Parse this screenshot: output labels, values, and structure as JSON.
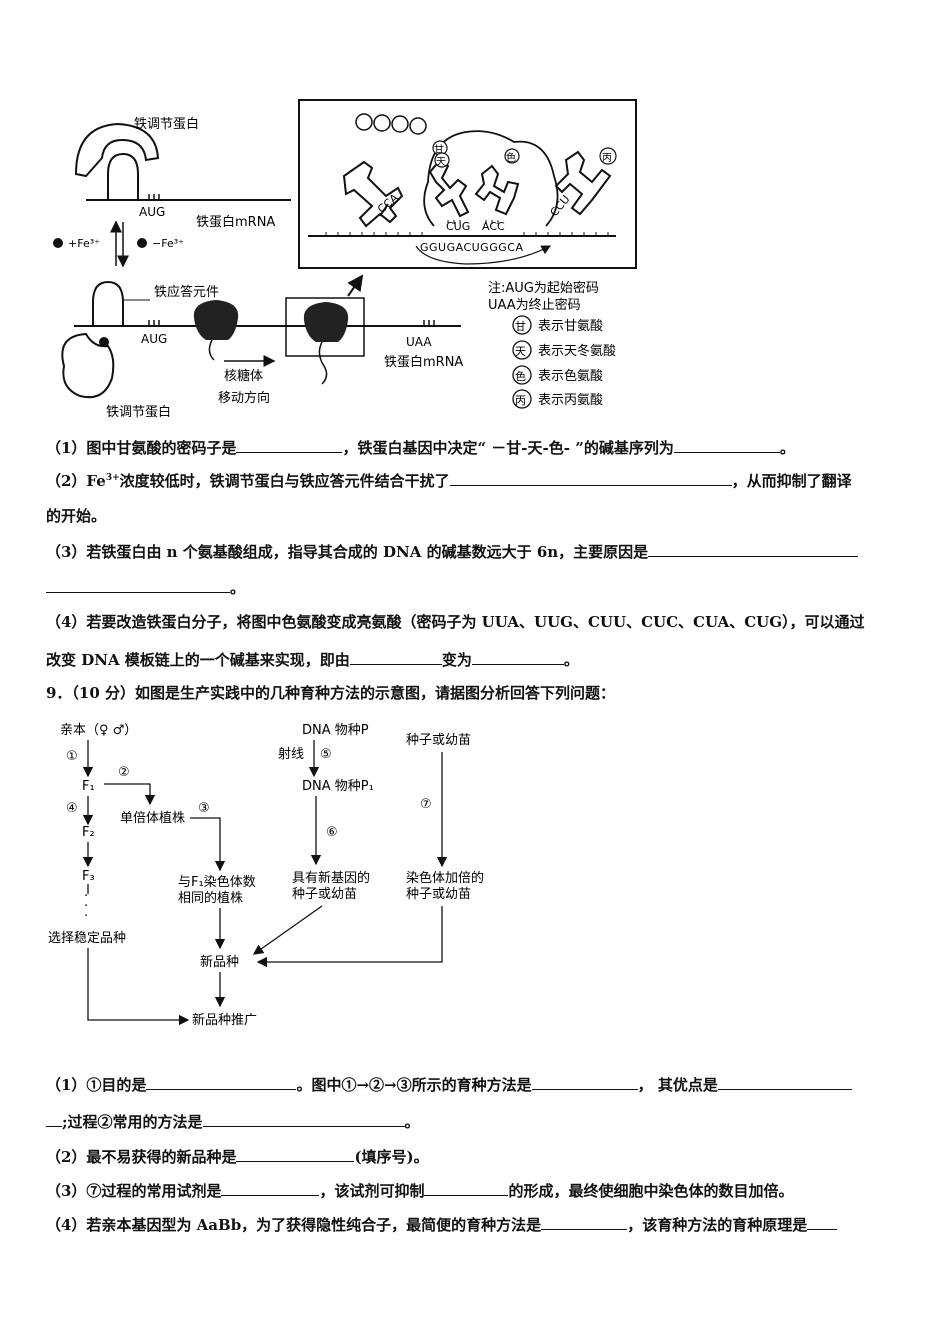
{
  "figure1": {
    "labels": {
      "iron_reg_protein_top": "铁调节蛋白",
      "aug_top": "AUG",
      "ferritin_mrna_top": "铁蛋白mRNA",
      "plus_fe": "+Fe³⁺",
      "minus_fe": "−Fe³⁺",
      "iron_response_element": "铁应答元件",
      "aug_bottom": "AUG",
      "uaa": "UAA",
      "ferritin_mrna_bottom": "铁蛋白mRNA",
      "iron_reg_protein_bottom": "铁调节蛋白",
      "ribosome_dir_1": "核糖体",
      "ribosome_dir_2": "移动方向",
      "anticodon_1": "CCA",
      "anticodon_2": "CUG",
      "anticodon_3": "ACC",
      "anticodon_4": "CCU",
      "mrna_seq": "GGUGACUGGGCA",
      "aa_gly": "甘",
      "aa_asp": "天",
      "aa_trp": "色",
      "aa_ala": "丙"
    },
    "note": {
      "line1": "注:AUG为起始密码",
      "line2": "UAA为终止密码",
      "items": [
        {
          "sym": "甘",
          "text": "表示甘氨酸"
        },
        {
          "sym": "天",
          "text": "表示天冬氨酸"
        },
        {
          "sym": "色",
          "text": "表示色氨酸"
        },
        {
          "sym": "丙",
          "text": "表示丙氨酸"
        }
      ]
    }
  },
  "q8": {
    "p1_a": "（1）图中甘氨酸的密码子是",
    "p1_b": "，铁蛋白基因中决定“ －甘-天-色- ”的碱基序列为",
    "p1_c": "。",
    "p2_a": "（2）Fe",
    "p2_sup": "3+",
    "p2_b": "浓度较低时，铁调节蛋白与铁应答元件结合干扰了",
    "p2_c": "，从而抑制了翻译",
    "p2_d": "的开始。",
    "p3_a": "（3）若铁蛋白由 n 个氨基酸组成，指导其合成的 DNA 的碱基数远大于 6n，主要原因是",
    "p3_end": "。",
    "p4_a": "（4）若要改造铁蛋白分子，将图中色氨酸变成亮氨酸（密码子为 UUA、UUG、CUU、CUC、CUA、CUG），可以通过",
    "p4_b": "改变 DNA 模板链上的一个碱基来实现，即由",
    "p4_c": "变为",
    "p4_d": "。"
  },
  "q9": {
    "header": "9．（10 分）如图是生产实践中的几种育种方法的示意图，请据图分析回答下列问题：",
    "p1_a": "（1）①目的是",
    "p1_b": "。图中①→②→③所示的育种方法是",
    "p1_c": "，  其优点是",
    "p1_d": ";过程②常用的方法是",
    "p1_e": "。",
    "p2_a": "（2）最不易获得的新品种是",
    "p2_b": "(填序号)。",
    "p3_a": "（3）⑦过程的常用试剂是",
    "p3_b": "，该试剂可抑制",
    "p3_c": "的形成，最终使细胞中染色体的数目加倍。",
    "p4_a": "（4）若亲本基因型为 AaBb，为了获得隐性纯合子，最简便的育种方法是",
    "p4_b": "，该育种方法的育种原理是"
  },
  "figure2": {
    "parents": "亲本（♀ ♂）",
    "step1": "①",
    "f1": "F₁",
    "step2": "②",
    "step4": "④",
    "f2": "F₂",
    "f3": "F₃",
    "dots": "·",
    "select_stable": "选择稳定品种",
    "haploid": "单倍体植株",
    "step3": "③",
    "same_chrom_1": "与F₁染色体数",
    "same_chrom_2": "相同的植株",
    "dna_p": "DNA   物种P",
    "radiation": "射线",
    "step5": "⑤",
    "dna_p1": "DNA   物种P₁",
    "step6": "⑥",
    "new_gene_1": "具有新基因的",
    "new_gene_2": "种子或幼苗",
    "seed_top": "种子或幼苗",
    "step7": "⑦",
    "doubled_1": "染色体加倍的",
    "doubled_2": "种子或幼苗",
    "new_variety": "新品种",
    "promotion": "新品种推广"
  }
}
